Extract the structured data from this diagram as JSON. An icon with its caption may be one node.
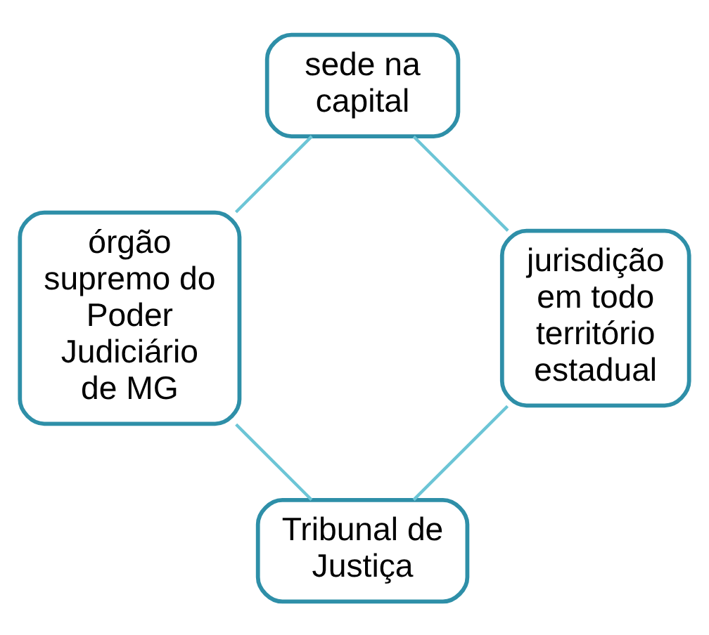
{
  "diagram": {
    "nodes": [
      {
        "text": [
          "Tribunal de Justiça"
        ]
      },
      {
        "text": [
          "órgão supremo do Poder Judiciário de MG"
        ]
      },
      {
        "text": [
          "sede na capital"
        ]
      },
      {
        "text": [
          "jurisdição em todo território estadual"
        ]
      }
    ],
    "edges": [
      {
        "from": 0,
        "to": 1,
        "arrow": "none"
      },
      {
        "from": 1,
        "to": 2,
        "arrow": "none"
      },
      {
        "from": 2,
        "to": 3,
        "arrow": "none"
      },
      {
        "from": 3,
        "to": 0,
        "arrow": "none"
      }
    ]
  }
}
